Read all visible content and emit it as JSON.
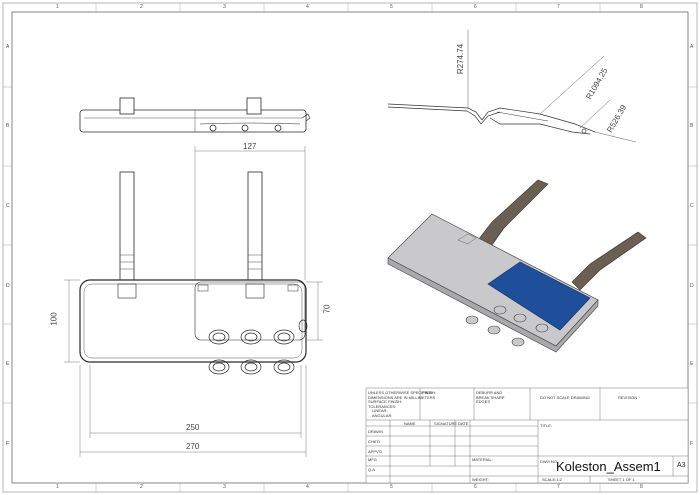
{
  "border": {
    "columns": [
      "8",
      "7",
      "6",
      "5",
      "4",
      "3",
      "2",
      "1"
    ],
    "rows": [
      "A",
      "B",
      "C",
      "D",
      "E",
      "F"
    ]
  },
  "dimensions": {
    "top_width": "127",
    "height_left": "100",
    "height_inner": "70",
    "width_inner": "250",
    "width_total": "270",
    "radius_1": "R274.74",
    "radius_2": "R1094.25",
    "radius_3": "R526.39"
  },
  "title_block": {
    "tolerance_note": [
      "UNLESS OTHERWISE SPECIFIED:",
      "DIMENSIONS ARE IN MILLIMETERS",
      "SURFACE FINISH:",
      "TOLERANCES:",
      "LINEAR:",
      "ANGULAR:"
    ],
    "finish": "FINISH:",
    "deburr": [
      "DEBURR AND",
      "BREAK SHARP",
      "EDGES"
    ],
    "do_not_scale": "DO NOT SCALE DRAWING",
    "revision": "REVISION",
    "headers": {
      "name": "NAME",
      "signature": "SIGNATURE",
      "date": "DATE"
    },
    "rows": [
      "DRAWN",
      "CHK'D",
      "APPV'D",
      "MFG",
      "Q.A"
    ],
    "title_label": "TITLE:",
    "material": "MATERIAL:",
    "weight": "WEIGHT:",
    "dwg_no": "DWG NO.",
    "drawing_name": "Koleston_Assem1",
    "size": "A3",
    "scale": "SCALE:1:2",
    "sheet": "SHEET 1 OF 1"
  },
  "colors": {
    "line": "#2a2a2a",
    "strap": "#6b5e52",
    "plate": "#c9c9cb",
    "blue_panel": "#1f4e9a"
  }
}
